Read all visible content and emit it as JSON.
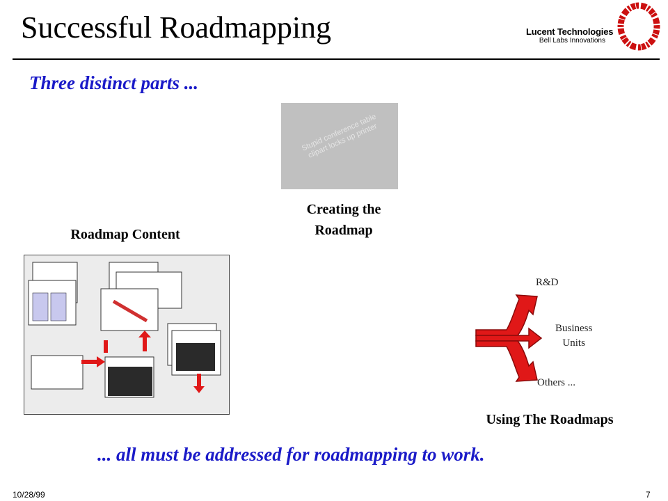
{
  "slide": {
    "title": "Successful Roadmapping",
    "subtitle": "Three distinct parts ...",
    "footer_statement": "... all must be addressed for roadmapping to work.",
    "date": "10/28/99",
    "page_number": "7"
  },
  "brand": {
    "name": "Lucent Technologies",
    "tagline": "Bell Labs Innovations",
    "ring_color": "#cc1010"
  },
  "placeholder": {
    "text": "Stupid conference table clipart locks up printer"
  },
  "sections": {
    "creating": {
      "heading_line1": "Creating the",
      "heading_line2": "Roadmap"
    },
    "content": {
      "heading": "Roadmap Content"
    },
    "using": {
      "heading": "Using The Roadmaps"
    }
  },
  "arrow_targets": {
    "top": "R&D",
    "middle_line1": "Business",
    "middle_line2": "Units",
    "bottom": "Others ..."
  },
  "colors": {
    "accent_blue": "#1a1ac8",
    "arrow_red": "#e01818",
    "placeholder_gray": "#c0c0c0"
  }
}
